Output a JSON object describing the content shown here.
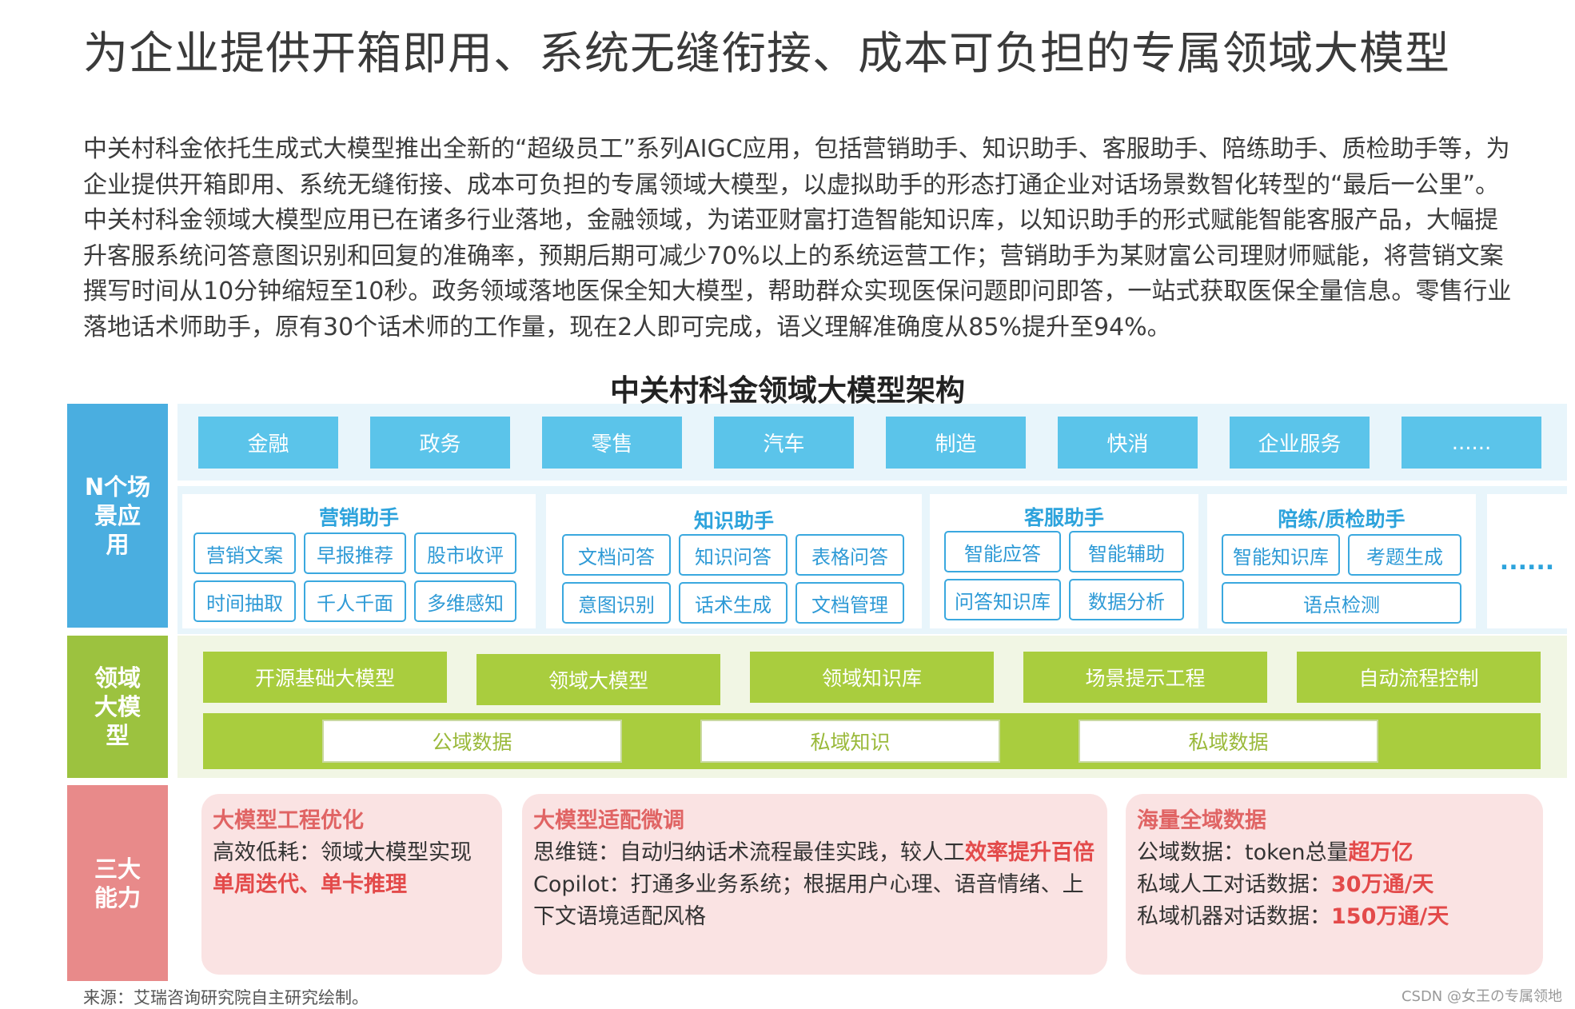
{
  "title": "为企业提供开箱即用、系统无缝衔接、成本可负担的专属领域大模型",
  "intro": "中关村科金依托生成式大模型推出全新的“超级员工”系列AIGC应用，包括营销助手、知识助手、客服助手、陪练助手、质检助手等，为企业提供开箱即用、系统无缝衔接、成本可负担的专属领域大模型，以虚拟助手的形态打通企业对话场景数智化转型的“最后一公里”。中关村科金领域大模型应用已在诸多行业落地，金融领域，为诺亚财富打造智能知识库，以知识助手的形式赋能智能客服产品，大幅提升客服系统问答意图识别和回复的准确率，预期后期可减少70%以上的系统运营工作；营销助手为某财富公司理财师赋能，将营销文案撰写时间从10分钟缩短至10秒。政务领域落地医保全知大模型，帮助群众实现医保问题即问即答，一站式获取医保全量信息。零售行业落地话术师助手，原有30个话术师的工作量，现在2人即可完成，语义理解准确度从85%提升至94%。",
  "diagram": {
    "title": "中关村科金领域大模型架构",
    "band1_label": "N个场景应用",
    "band2_label": "领域大模型",
    "band3_label": "三大能力",
    "industries": [
      "金融",
      "政务",
      "零售",
      "汽车",
      "制造",
      "快消",
      "企业服务",
      "......"
    ],
    "groups": {
      "marketing": {
        "title": "营销助手",
        "items": [
          "营销文案",
          "早报推荐",
          "股市收评",
          "时间抽取",
          "千人千面",
          "多维感知"
        ]
      },
      "knowledge": {
        "title": "知识助手",
        "items": [
          "文档问答",
          "知识问答",
          "表格问答",
          "意图识别",
          "话术生成",
          "文档管理"
        ]
      },
      "service": {
        "title": "客服助手",
        "items": [
          "智能应答",
          "智能辅助",
          "问答知识库",
          "数据分析"
        ]
      },
      "training": {
        "title": "陪练/质检助手",
        "items": [
          "智能知识库",
          "考题生成",
          "语点检测"
        ]
      },
      "more": "......"
    },
    "model_components": [
      "开源基础大模型",
      "领域大模型",
      "领域知识库",
      "场景提示工程",
      "自动流程控制"
    ],
    "data_sources": [
      "公域数据",
      "私域知识",
      "私域数据"
    ],
    "capabilities": {
      "engineering": {
        "title": "大模型工程优化",
        "line1_prefix": "高效低耗：领域大模型实现",
        "line1_highlight": "单周迭代、单卡推理"
      },
      "finetune": {
        "title": "大模型适配微调",
        "line1_prefix": "思维链：自动归纳话术流程最佳实践，较人工",
        "line1_highlight": "效率提升百倍",
        "line2": "Copilot：打通多业务系统；根据用户心理、语音情绪、上下文语境适配风格"
      },
      "data": {
        "title": "海量全域数据",
        "line1_prefix": "公域数据：token总量",
        "line1_highlight": "超万亿",
        "line2_prefix": "私域人工对话数据：",
        "line2_highlight": "30万通/天",
        "line3_prefix": "私域机器对话数据：",
        "line3_highlight": "150万通/天"
      }
    }
  },
  "source": "来源：艾瑞咨询研究院自主研究绘制。",
  "watermark": "CSDN @女王の专属领地",
  "colors": {
    "blue": "#4aaee0",
    "light_blue": "#5bc4ea",
    "green": "#a9cd3e",
    "red": "#e88a8a",
    "highlight": "#e34a4a"
  }
}
